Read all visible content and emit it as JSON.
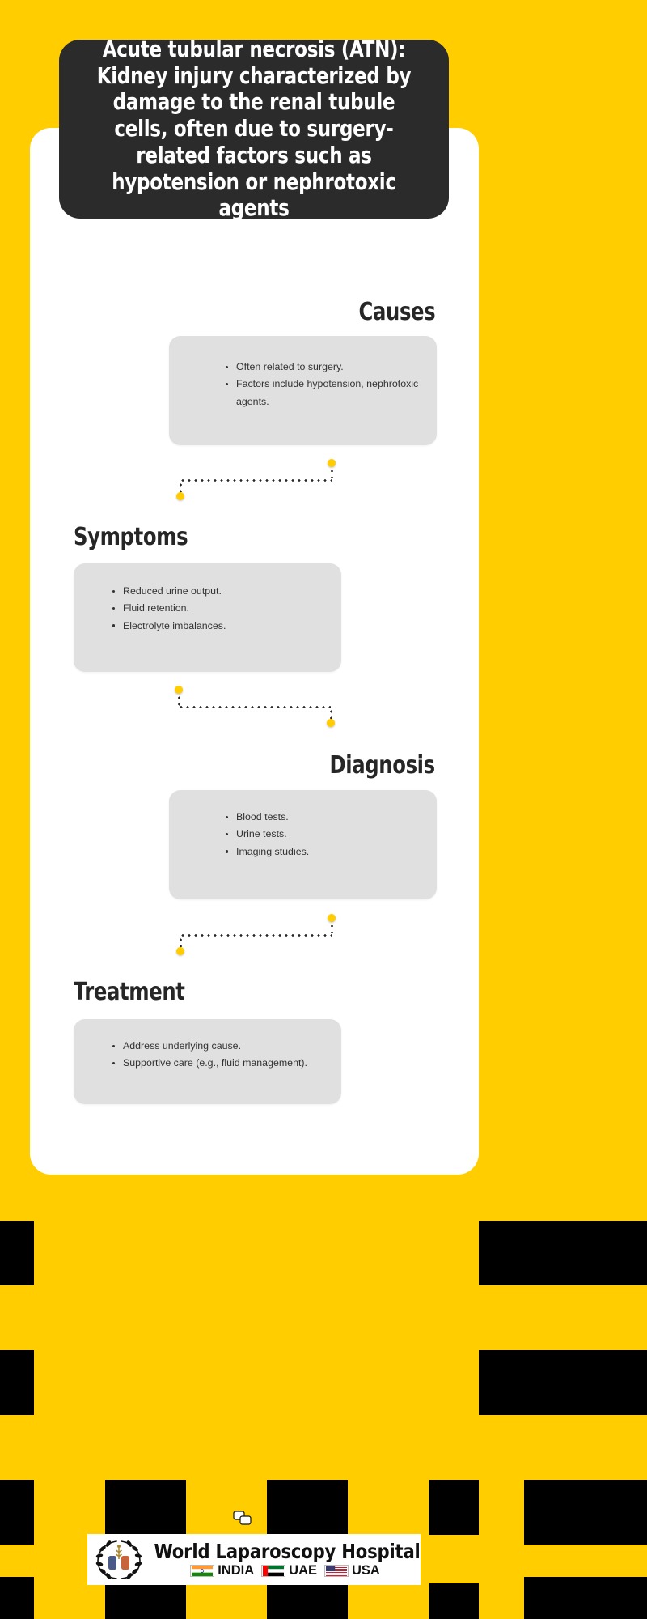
{
  "theme": {
    "background_yellow": "#FFCD00",
    "plaque_dark": "#2B2B2B",
    "panel_grey": "#E0E0E0",
    "card_white": "#FFFFFF",
    "node_yellow": "#FFCD00",
    "text_dark": "#333333"
  },
  "title": "Acute tubular necrosis (ATN): Kidney injury characterized by damage to the renal tubule cells, often due to surgery-related factors such as hypotension or nephrotoxic agents",
  "sections": [
    {
      "heading": "Causes",
      "align": "right",
      "bullets": [
        "Often related to surgery.",
        "Factors include hypotension, nephrotoxic agents."
      ]
    },
    {
      "heading": "Symptoms",
      "align": "left",
      "bullets": [
        "Reduced urine output.",
        "Fluid retention.",
        "Electrolyte imbalances."
      ]
    },
    {
      "heading": "Diagnosis",
      "align": "right",
      "bullets": [
        "Blood tests.",
        "Urine tests.",
        "Imaging studies."
      ]
    },
    {
      "heading": "Treatment",
      "align": "left",
      "bullets": [
        "Address underlying cause.",
        "Supportive care (e.g., fluid management)."
      ]
    }
  ],
  "footer": {
    "logo_title": "World Laparoscopy Hospital",
    "countries": [
      {
        "flag": "india-flag-icon",
        "label": "INDIA"
      },
      {
        "flag": "uae-flag-icon",
        "label": "UAE"
      },
      {
        "flag": "usa-flag-icon",
        "label": "USA"
      }
    ],
    "emblem": "laurel-wreath-caduceus-icon",
    "chat_icon": "chat-bubbles-icon"
  }
}
